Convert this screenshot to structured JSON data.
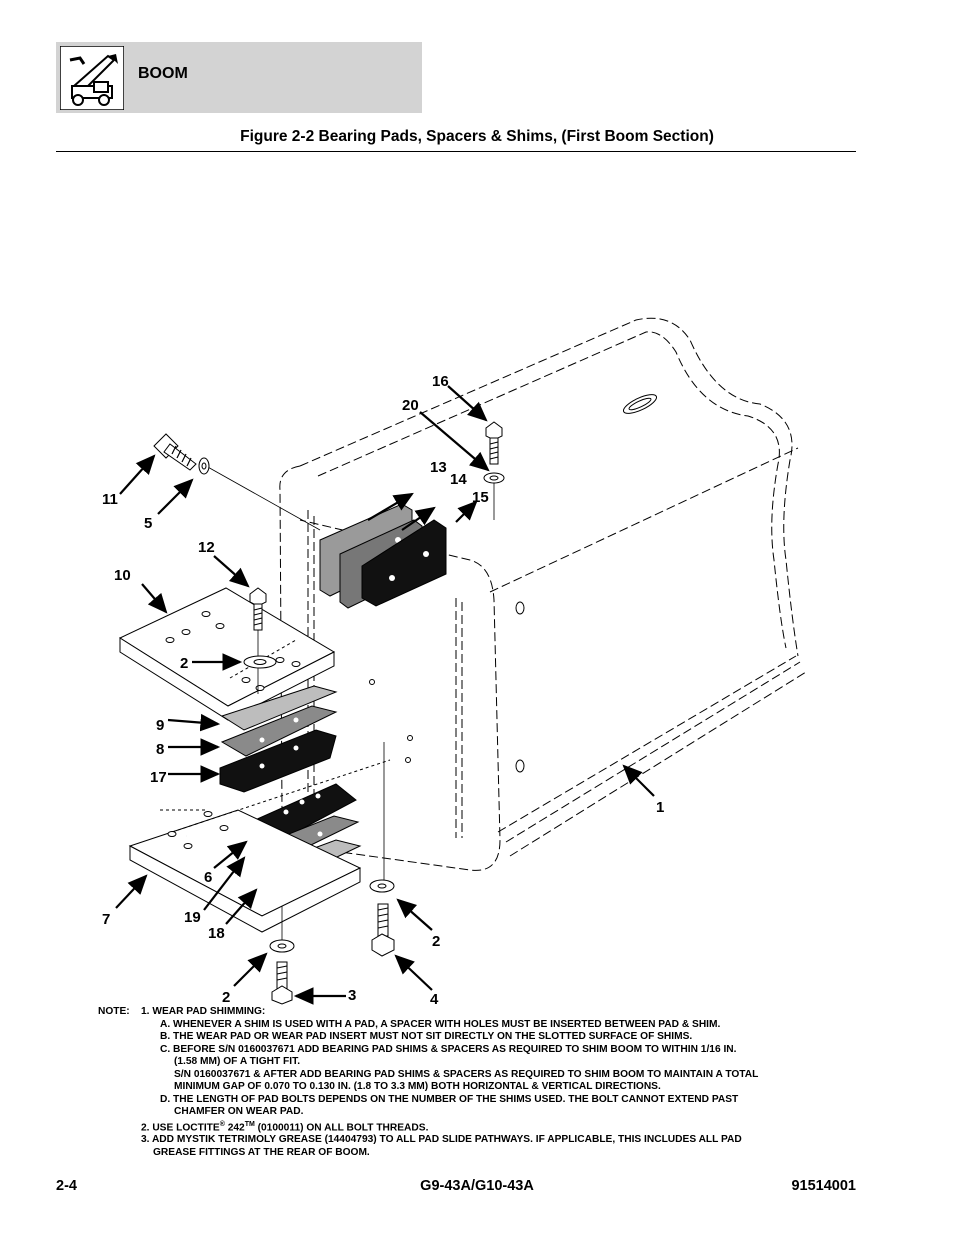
{
  "header": {
    "section_title": "BOOM",
    "icon": "telehandler-icon"
  },
  "figure": {
    "title": "Figure 2-2 Bearing Pads, Spacers & Shims, (First Boom Section)"
  },
  "callouts": {
    "c1": "1",
    "c2a": "2",
    "c2b": "2",
    "c2c": "2",
    "c3": "3",
    "c4": "4",
    "c5": "5",
    "c6": "6",
    "c7": "7",
    "c8": "8",
    "c9": "9",
    "c10": "10",
    "c11": "11",
    "c12": "12",
    "c13": "13",
    "c14": "14",
    "c15": "15",
    "c16": "16",
    "c17": "17",
    "c18": "18",
    "c19": "19",
    "c20": "20"
  },
  "notes": {
    "label": "NOTE:",
    "n1": "1. WEAR PAD SHIMMING:",
    "n1a": "A. WHENEVER A SHIM IS USED WITH A PAD, A SPACER WITH HOLES MUST BE INSERTED BETWEEN PAD & SHIM.",
    "n1b": "B. THE WEAR PAD OR WEAR PAD INSERT MUST NOT SIT DIRECTLY ON THE SLOTTED SURFACE OF SHIMS.",
    "n1c": "C. BEFORE S/N 0160037671 ADD BEARING PAD SHIMS & SPACERS AS REQUIRED TO SHIM BOOM TO WITHIN 1/16 IN.",
    "n1c2": "(1.58 MM) OF A TIGHT FIT.",
    "n1c3": "S/N 0160037671 & AFTER ADD BEARING PAD SHIMS & SPACERS AS REQUIRED TO SHIM BOOM TO MAINTAIN A TOTAL",
    "n1c4": "MINIMUM GAP OF 0.070 TO 0.130 IN. (1.8 TO 3.3 MM) BOTH HORIZONTAL & VERTICAL DIRECTIONS.",
    "n1d": "D. THE LENGTH OF PAD BOLTS DEPENDS ON THE NUMBER OF THE SHIMS USED. THE BOLT CANNOT EXTEND PAST",
    "n1d2": "CHAMFER ON WEAR PAD.",
    "n2_prefix": "2. USE LOCTITE",
    "n2_reg": "®",
    "n2_num": " 242",
    "n2_tm": "TM",
    "n2_suffix": " (0100011) ON ALL BOLT THREADS.",
    "n3": "3. ADD MYSTIK TETRIMOLY GREASE (14404793) TO ALL PAD SLIDE PATHWAYS. IF APPLICABLE, THIS INCLUDES ALL PAD",
    "n3b": "GREASE FITTINGS AT THE REAR OF BOOM."
  },
  "footer": {
    "page": "2-4",
    "model": "G9-43A/G10-43A",
    "doc_number": "91514001"
  }
}
